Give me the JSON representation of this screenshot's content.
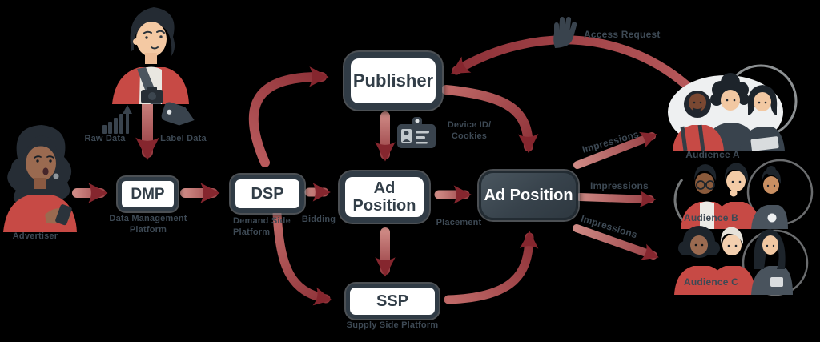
{
  "nodes": {
    "dmp": {
      "abbr": "DMP",
      "full": "Data Management Platform"
    },
    "dsp": {
      "abbr": "DSP",
      "full": "Demand Side Platform"
    },
    "publisher": {
      "label": "Publisher"
    },
    "ad_position": {
      "label": "Ad Position"
    },
    "ad_position_main": {
      "label": "Ad Position"
    },
    "ssp": {
      "abbr": "SSP",
      "full": "Supply Side Platform"
    }
  },
  "actors": {
    "advertiser": {
      "label": "Advertiser"
    }
  },
  "flow_labels": {
    "raw_data": "Raw Data",
    "label_data": "Label Data",
    "bidding": "Bidding",
    "placement": "Placement",
    "device_id": "Device ID/",
    "cookies": "Cookies",
    "access_request": "Access Request",
    "impressions_a": "Impressions",
    "impressions_b": "Impressions",
    "impressions_c": "Impressions"
  },
  "audiences": {
    "a": "Audience A",
    "b": "Audience B",
    "c": "Audience C"
  },
  "icons": {
    "raw_data": "bar-chart-growth-icon",
    "label_data": "price-tag-icon",
    "device_id": "id-card-icon",
    "access_request": "raised-hand-icon"
  },
  "colors": {
    "arrow_light": "#cf8a85",
    "arrow_dark": "#8c2f36",
    "arrow_head": "#85262e",
    "node_border": "#303b45",
    "node_text": "#323e48",
    "dark_node_bg": "#37424b",
    "label_text": "#3d4954",
    "shirt_red": "#c74a45",
    "icon_slate": "#39434d",
    "blob_light": "#eef0f1"
  }
}
